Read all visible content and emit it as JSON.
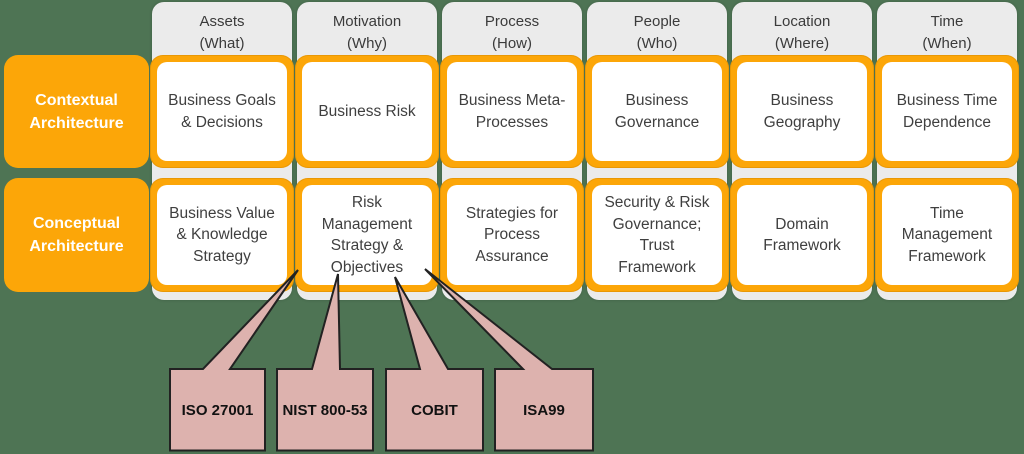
{
  "colors": {
    "background": "#4E7454",
    "row_orange": "#FCA608",
    "column_gray": "#EBEBEB",
    "cell_white": "#FFFFFF",
    "callout_pink": "#DDB2AE",
    "callout_border": "#222222",
    "cell_text": "#3F3F3F",
    "row_label_text": "#FFFFFF"
  },
  "columns": [
    {
      "label": "Assets\n(What)"
    },
    {
      "label": "Motivation\n(Why)"
    },
    {
      "label": "Process\n(How)"
    },
    {
      "label": "People\n(Who)"
    },
    {
      "label": "Location\n(Where)"
    },
    {
      "label": "Time\n(When)"
    }
  ],
  "rows": [
    {
      "label": "Contextual\nArchitecture",
      "cells": [
        "Business Goals\n& Decisions",
        "Business Risk",
        "Business Meta-\nProcesses",
        "Business\nGovernance",
        "Business\nGeography",
        "Business Time\nDependence"
      ]
    },
    {
      "label": "Conceptual\nArchitecture",
      "cells": [
        "Business Value\n& Knowledge\nStrategy",
        "Risk\nManagement\nStrategy &\nObjectives",
        "Strategies for\nProcess\nAssurance",
        "Security & Risk\nGovernance;\nTrust\nFramework",
        "Domain\nFramework",
        "Time\nManagement\nFramework"
      ]
    }
  ],
  "callouts": [
    {
      "label": "ISO 27001"
    },
    {
      "label": "NIST 800-53"
    },
    {
      "label": "COBIT"
    },
    {
      "label": "ISA99"
    }
  ]
}
